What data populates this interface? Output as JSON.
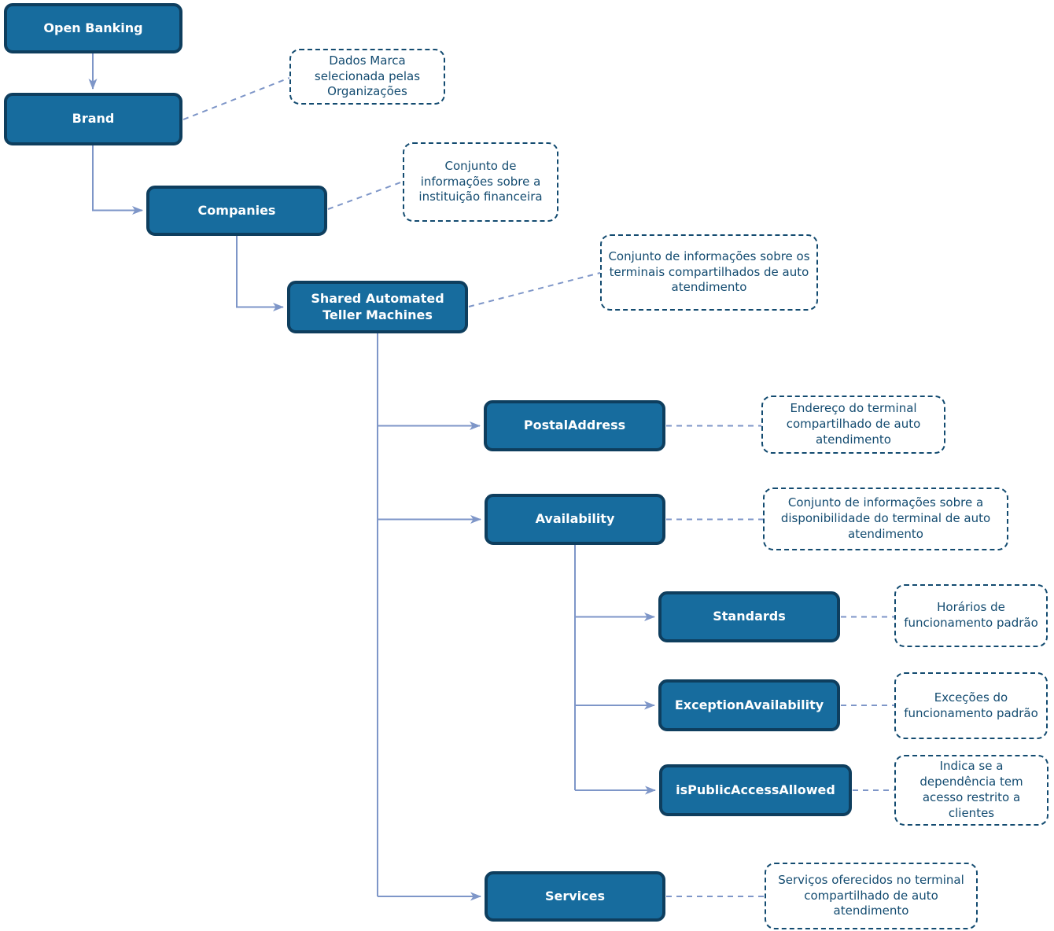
{
  "diagram": {
    "colors": {
      "node_fill": "#176C9E",
      "node_border": "#0E3E5E",
      "node_text": "#FFFFFF",
      "note_border": "#134B70",
      "note_text": "#134B70",
      "connector": "#7E96C8",
      "background": "#FFFFFF"
    },
    "nodes": {
      "open_banking": {
        "label": "Open Banking"
      },
      "brand": {
        "label": "Brand"
      },
      "companies": {
        "label": "Companies"
      },
      "shared_atm": {
        "label": "Shared Automated Teller Machines"
      },
      "postal_address": {
        "label": "PostalAddress"
      },
      "availability": {
        "label": "Availability"
      },
      "standards": {
        "label": "Standards"
      },
      "exception_availability": {
        "label": "ExceptionAvailability"
      },
      "is_public_access_allowed": {
        "label": "isPublicAccessAllowed"
      },
      "services": {
        "label": "Services"
      }
    },
    "notes": {
      "brand_note": {
        "text": "Dados Marca selecionada pelas Organizações"
      },
      "companies_note": {
        "text": "Conjunto de informações sobre a instituição financeira"
      },
      "shared_atm_note": {
        "text": "Conjunto de informações sobre os terminais compartilhados de auto atendimento"
      },
      "postal_address_note": {
        "text": "Endereço do terminal compartilhado de auto atendimento"
      },
      "availability_note": {
        "text": "Conjunto de informações sobre a disponibilidade do terminal de auto atendimento"
      },
      "standards_note": {
        "text": "Horários de funcionamento padrão"
      },
      "exception_availability_note": {
        "text": "Exceções do funcionamento padrão"
      },
      "is_public_access_allowed_note": {
        "text": "Indica se a dependência tem acesso restrito a clientes"
      },
      "services_note": {
        "text": "Serviços oferecidos no terminal compartilhado de auto atendimento"
      }
    },
    "edges": [
      {
        "from": "open_banking",
        "to": "brand"
      },
      {
        "from": "brand",
        "to": "companies"
      },
      {
        "from": "companies",
        "to": "shared_atm"
      },
      {
        "from": "shared_atm",
        "to": "postal_address"
      },
      {
        "from": "shared_atm",
        "to": "availability"
      },
      {
        "from": "shared_atm",
        "to": "services"
      },
      {
        "from": "availability",
        "to": "standards"
      },
      {
        "from": "availability",
        "to": "exception_availability"
      },
      {
        "from": "availability",
        "to": "is_public_access_allowed"
      }
    ],
    "note_links": [
      {
        "node": "brand",
        "note": "brand_note"
      },
      {
        "node": "companies",
        "note": "companies_note"
      },
      {
        "node": "shared_atm",
        "note": "shared_atm_note"
      },
      {
        "node": "postal_address",
        "note": "postal_address_note"
      },
      {
        "node": "availability",
        "note": "availability_note"
      },
      {
        "node": "standards",
        "note": "standards_note"
      },
      {
        "node": "exception_availability",
        "note": "exception_availability_note"
      },
      {
        "node": "is_public_access_allowed",
        "note": "is_public_access_allowed_note"
      },
      {
        "node": "services",
        "note": "services_note"
      }
    ]
  }
}
